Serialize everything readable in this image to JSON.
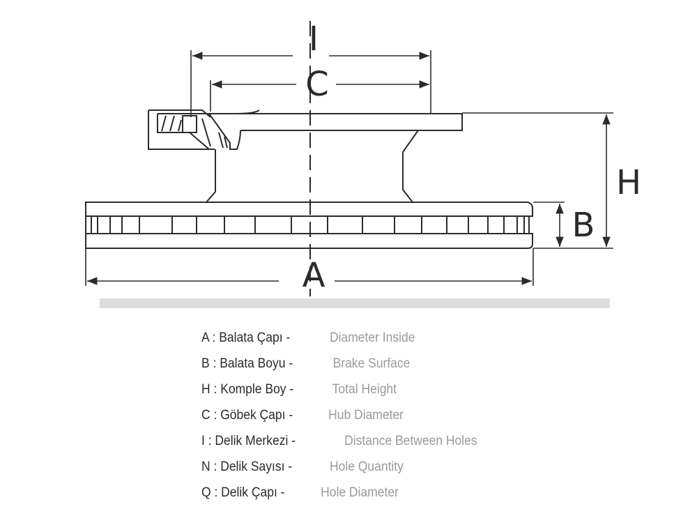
{
  "diagram": {
    "labels": {
      "I": "I",
      "C": "C",
      "H": "H",
      "B": "B",
      "A": "A"
    },
    "colors": {
      "line": "#2b2b2b",
      "divider": "#dddddd",
      "legend_tr": "#2a2a2a",
      "legend_en": "#9a9a9a"
    }
  },
  "legend": [
    {
      "tr": "A : Balata Çapı -",
      "en": "Diameter Inside"
    },
    {
      "tr": "B : Balata Boyu -",
      "en": "Brake Surface"
    },
    {
      "tr": "H : Komple Boy -",
      "en": "Total Height"
    },
    {
      "tr": "C : Göbek Çapı -",
      "en": "Hub Diameter"
    },
    {
      "tr": "I : Delik Merkezi -",
      "en": "Distance Between Holes"
    },
    {
      "tr": "N : Delik Sayısı -",
      "en": "Hole Quantity"
    },
    {
      "tr": "Q : Delik Çapı -",
      "en": "Hole Diameter"
    }
  ]
}
